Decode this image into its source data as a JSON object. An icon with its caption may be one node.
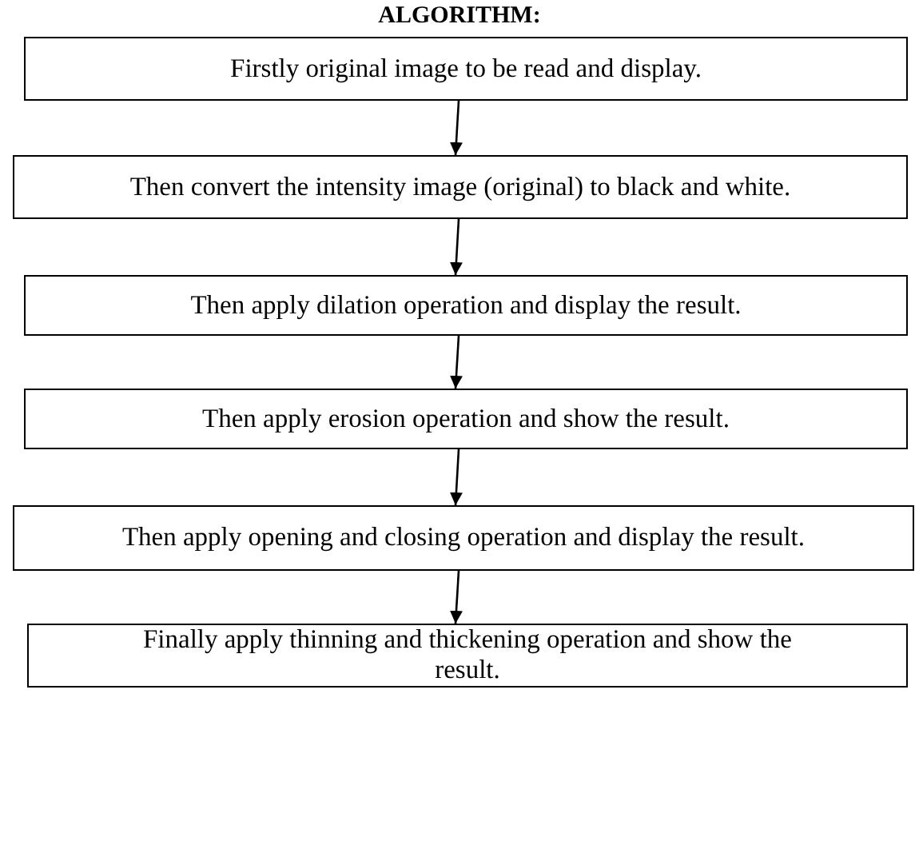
{
  "diagram": {
    "title": "ALGORITHM:",
    "nodes": [
      {
        "text": [
          "Firstly original image to be read and display."
        ]
      },
      {
        "text": [
          "Then convert the intensity image (original) to black and white."
        ]
      },
      {
        "text": [
          "Then apply dilation operation and display the result."
        ]
      },
      {
        "text": [
          "Then apply erosion operation and show the result."
        ]
      },
      {
        "text": [
          "Then apply opening and closing operation and display the result."
        ]
      },
      {
        "text": [
          "Finally apply thinning and thickening operation and show the result."
        ]
      }
    ],
    "edges": [
      {
        "from": 0,
        "to": 1,
        "arrow": "to"
      },
      {
        "from": 1,
        "to": 2,
        "arrow": "to"
      },
      {
        "from": 2,
        "to": 3,
        "arrow": "to"
      },
      {
        "from": 3,
        "to": 4,
        "arrow": "to"
      },
      {
        "from": 4,
        "to": 5,
        "arrow": "to"
      }
    ]
  }
}
